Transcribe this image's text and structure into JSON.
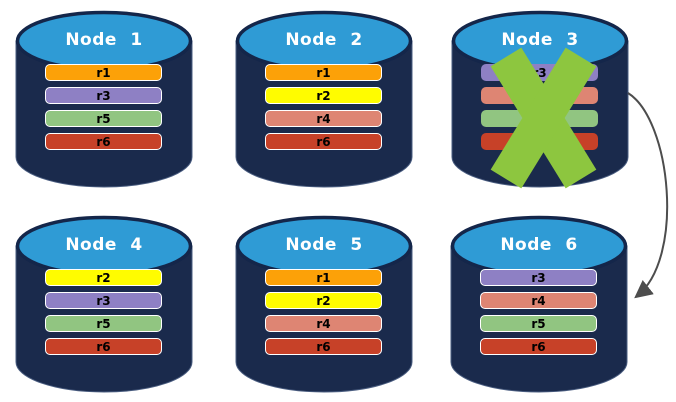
{
  "colors": {
    "page-bg": "#ffffff",
    "cylinder-body": "#1A2A4C",
    "cylinder-top": "#2F9BD5",
    "cylinder-top-stroke": "#14264A",
    "cylinder-edge": "#4A5D80",
    "bar-border": "#ffffff",
    "bar-text": "#000000",
    "title-text": "#ffffff",
    "failure-x": "#8DC63F",
    "arrow": "#4D4D4D"
  },
  "nodes": [
    {
      "title": "Node 1",
      "failed": false,
      "bars": [
        {
          "label": "r1",
          "color": "#FCA108"
        },
        {
          "label": "r3",
          "color": "#8E80C4"
        },
        {
          "label": "r5",
          "color": "#91C581"
        },
        {
          "label": "r6",
          "color": "#C74128"
        }
      ]
    },
    {
      "title": "Node 2",
      "failed": false,
      "bars": [
        {
          "label": "r1",
          "color": "#FCA108"
        },
        {
          "label": "r2",
          "color": "#FFFC00"
        },
        {
          "label": "r4",
          "color": "#DE8573"
        },
        {
          "label": "r6",
          "color": "#C74128"
        }
      ]
    },
    {
      "title": "Node 3",
      "failed": true,
      "bars": [
        {
          "label": "r3",
          "color": "#8E80C4"
        },
        {
          "label": "",
          "color": "#DE8573"
        },
        {
          "label": "",
          "color": "#91C581"
        },
        {
          "label": "",
          "color": "#C74128"
        }
      ]
    },
    {
      "title": "Node 4",
      "failed": false,
      "bars": [
        {
          "label": "r2",
          "color": "#FFFC00"
        },
        {
          "label": "r3",
          "color": "#8E80C4"
        },
        {
          "label": "r5",
          "color": "#91C581"
        },
        {
          "label": "r6",
          "color": "#C74128"
        }
      ]
    },
    {
      "title": "Node 5",
      "failed": false,
      "bars": [
        {
          "label": "r1",
          "color": "#FCA108"
        },
        {
          "label": "r2",
          "color": "#FFFC00"
        },
        {
          "label": "r4",
          "color": "#DE8573"
        },
        {
          "label": "r6",
          "color": "#C74128"
        }
      ]
    },
    {
      "title": "Node 6",
      "failed": false,
      "bars": [
        {
          "label": "r3",
          "color": "#8E80C4"
        },
        {
          "label": "r4",
          "color": "#DE8573"
        },
        {
          "label": "r5",
          "color": "#91C581"
        },
        {
          "label": "r6",
          "color": "#C74128"
        }
      ]
    }
  ],
  "arrow": {
    "from": "Node 3",
    "to": "Node 6"
  }
}
